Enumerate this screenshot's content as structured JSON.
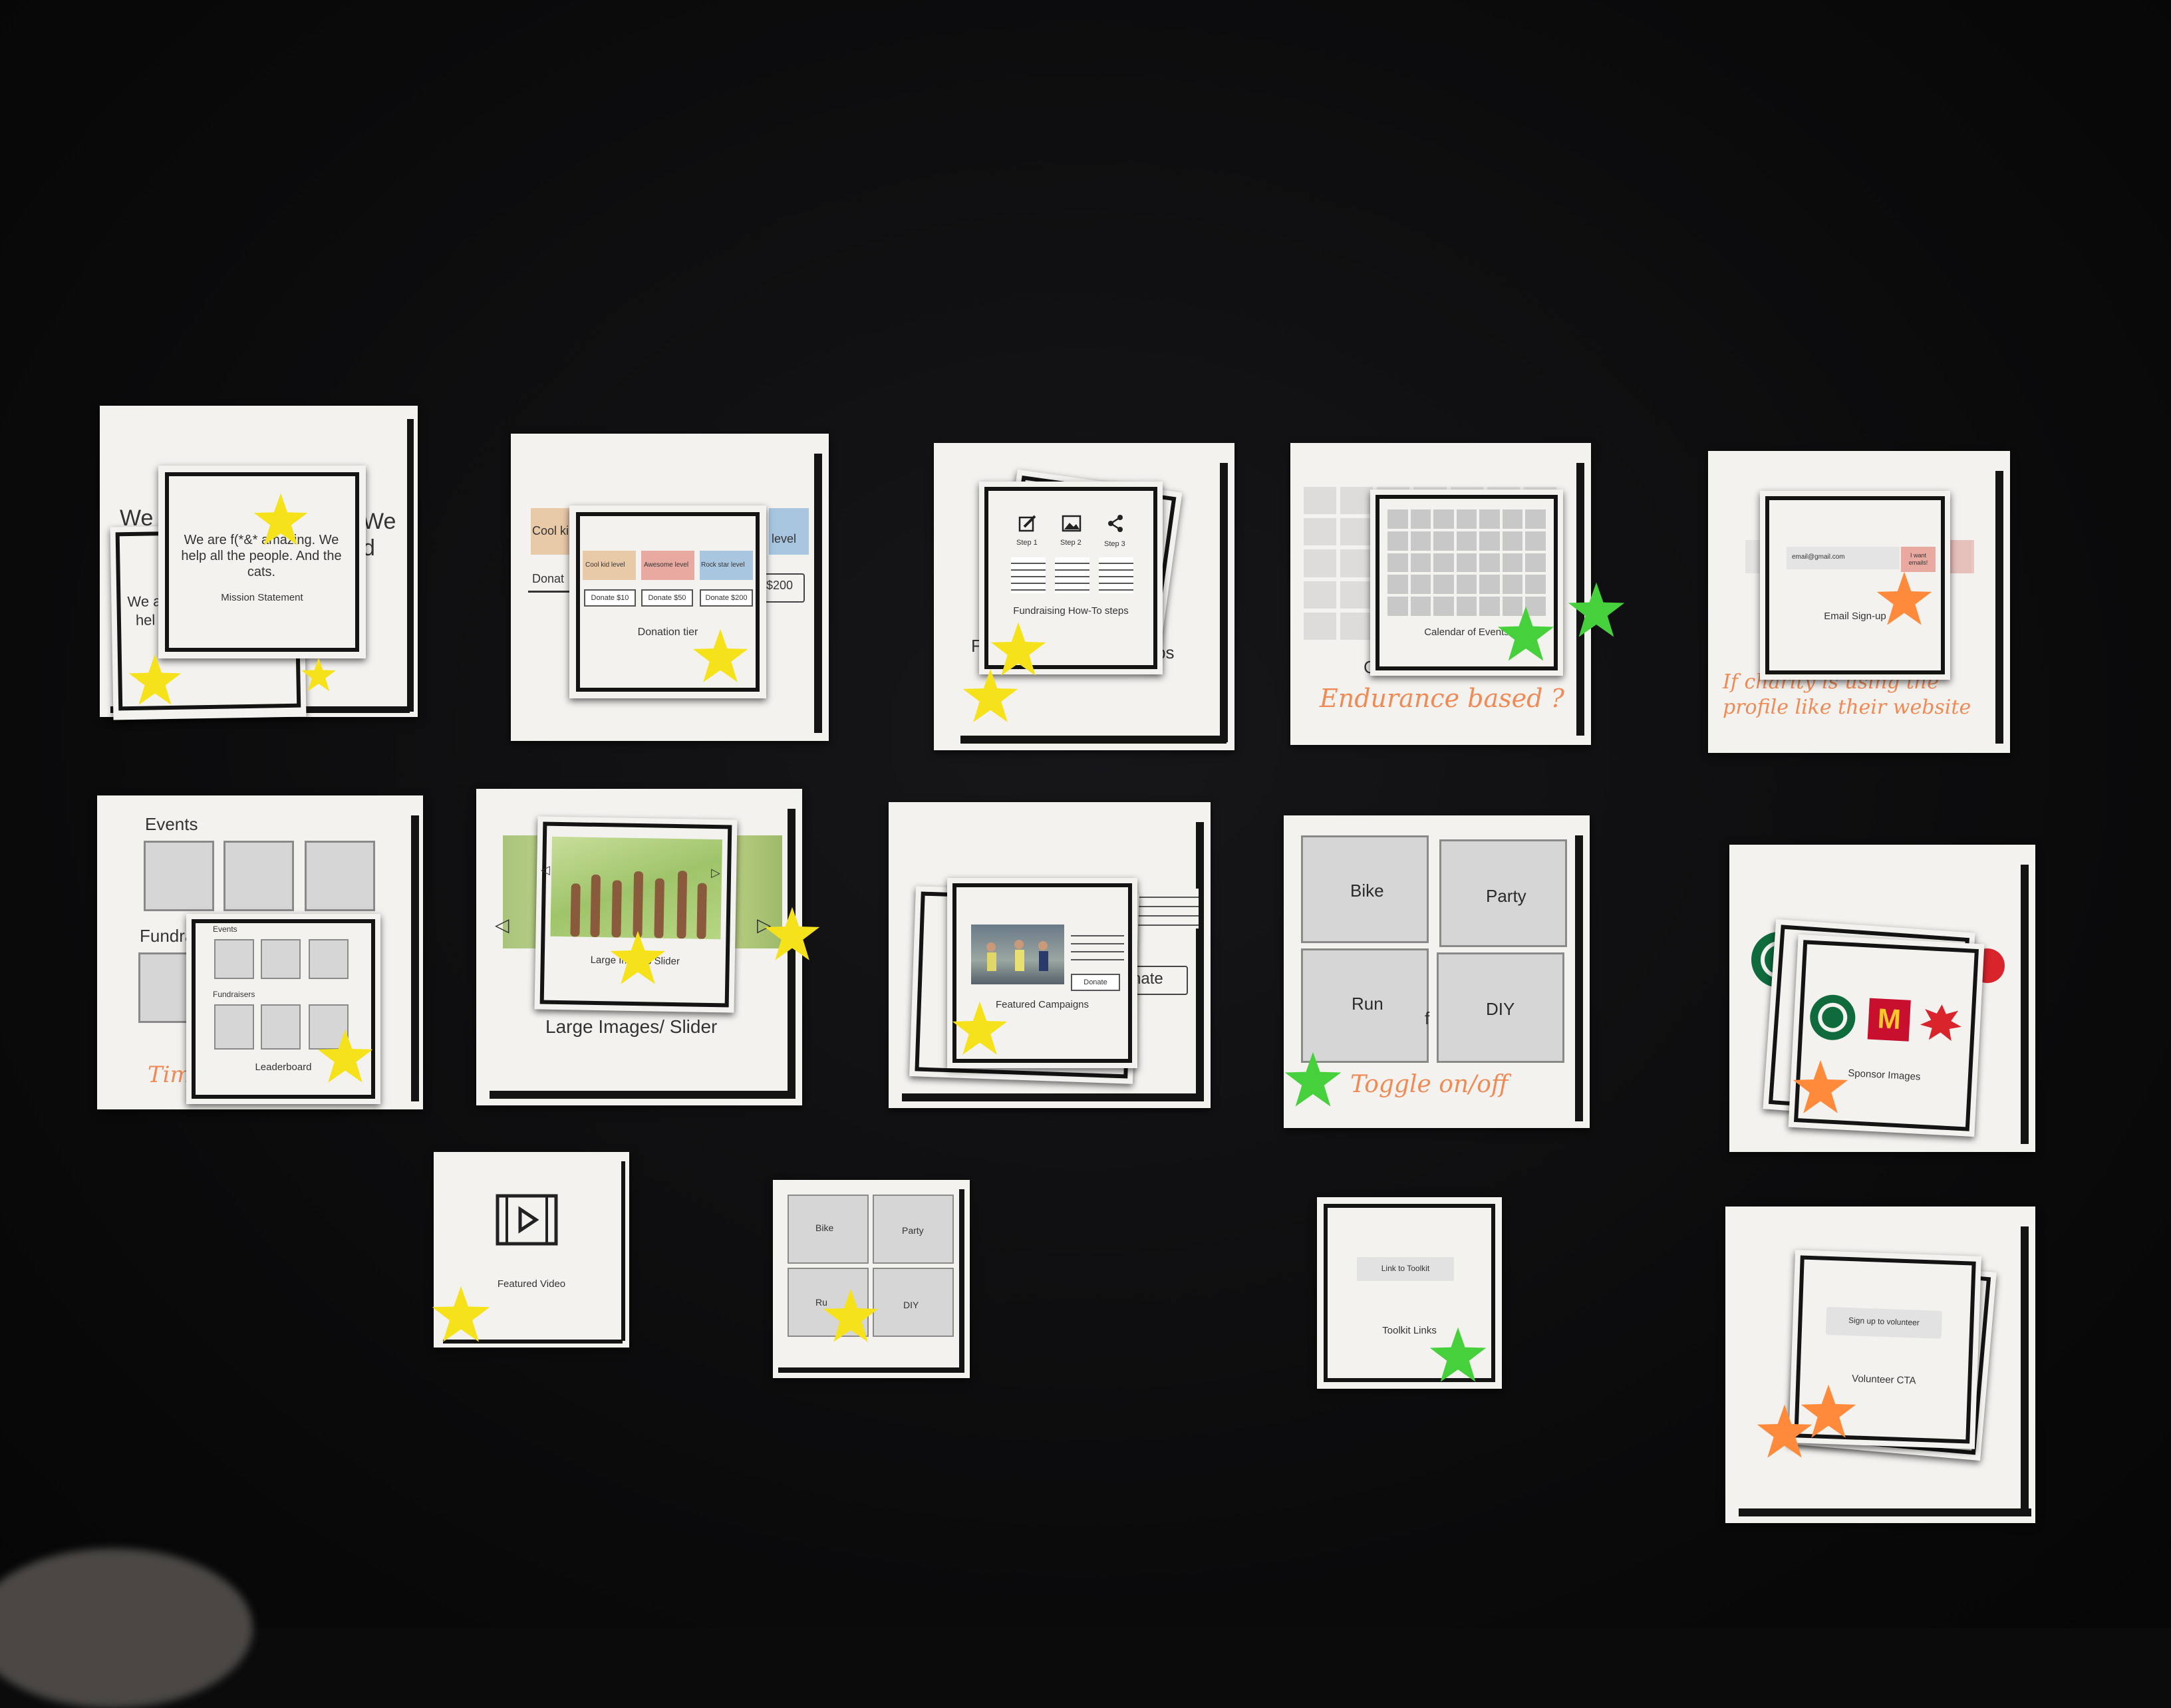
{
  "cards": {
    "mission": {
      "text": "We are f(*&* amazing. We help all the people. And the cats.",
      "label": "Mission Statement",
      "back_frag_left": "We",
      "back_frag_right": "We",
      "back_frag_d": "d",
      "back_small": "We a",
      "back_small2": "hel"
    },
    "donation": {
      "label": "Donation tier",
      "tiers": [
        "Cool kid level",
        "Awesome level",
        "Rock star level"
      ],
      "buttons": [
        "Donate $10",
        "Donate $50",
        "Donate $200"
      ],
      "back_cool": "Cool ki",
      "back_donate": "Donat",
      "back_level": "level",
      "back_200": "$200"
    },
    "howto": {
      "label": "Fundraising How-To steps",
      "steps": [
        "Step 1",
        "Step 2",
        "Step 3"
      ],
      "back_frag": "F",
      "back_frag2": "ps"
    },
    "calendar": {
      "label": "Calendar of Events",
      "back_frag": "C",
      "note": "Endurance based ?"
    },
    "email": {
      "placeholder": "email@gmail.com",
      "button": "I want emails!",
      "label": "Email Sign-up",
      "note_line1": "If charity is using the",
      "note_line2": "profile like their website"
    },
    "leaderboard": {
      "back_events": "Events",
      "back_fundra": "Fundra",
      "events": "Events",
      "fundraisers": "Fundraisers",
      "label": "Leaderboard",
      "note": "Time"
    },
    "slider": {
      "label": "Large Images/ Slider",
      "front_label": "Large Images Slider"
    },
    "featured": {
      "button": "Donate",
      "label": "Featured Campaigns",
      "back_btn": "nate"
    },
    "toggle": {
      "tiles": [
        "Bike",
        "Party",
        "Run",
        "DIY"
      ],
      "note": "Toggle on/off",
      "back_frag": "f"
    },
    "sponsor": {
      "label": "Sponsor Images"
    },
    "video": {
      "label": "Featured Video"
    },
    "toggle_small": {
      "tiles": [
        "Bike",
        "Party",
        "Ru",
        "DIY"
      ]
    },
    "toolkit": {
      "button": "Link to Toolkit",
      "label": "Toolkit Links"
    },
    "volunteer": {
      "button": "Sign up to volunteer",
      "label": "Volunteer CTA"
    }
  },
  "colors": {
    "table": "#0b0b0c",
    "paper": "#f4f2ef",
    "star_yellow": "#f5e21b",
    "star_green": "#46d03c",
    "star_orange": "#ff8a3c",
    "note_orange": "#f08a55",
    "tier_cool": "#e8c9a8",
    "tier_awesome": "#e8a9a0",
    "tier_rockstar": "#a9c6e0"
  }
}
